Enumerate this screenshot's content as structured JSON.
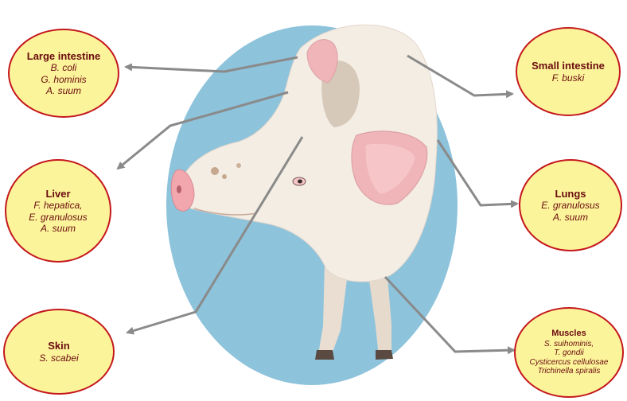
{
  "organs": [
    {
      "id": "large-intestine",
      "title": "Large intestine",
      "parasites": [
        "B. coli",
        "G. hominis",
        "A. suum"
      ]
    },
    {
      "id": "small-intestine",
      "title": "Small intestine",
      "parasites": [
        "F. buski"
      ]
    },
    {
      "id": "liver",
      "title": "Liver",
      "parasites": [
        "F. hepatica,",
        "E. granulosus",
        "A. suum"
      ]
    },
    {
      "id": "lungs",
      "title": "Lungs",
      "parasites": [
        "E. granulosus",
        "A. suum"
      ]
    },
    {
      "id": "skin",
      "title": "Skin",
      "parasites": [
        "S. scabei"
      ]
    },
    {
      "id": "muscles",
      "title": "Muscles",
      "parasites": [
        "S. suihominis,",
        "T. gondii",
        "Cysticercus cellulosae",
        "Trichinella spiralis"
      ]
    }
  ],
  "colors": {
    "backdrop": "#8ec3dc",
    "bubble_fill": "#fcf49a",
    "bubble_border": "#c4171d",
    "bubble_text": "#6a0c10",
    "arrow": "#8a8a8a",
    "pig_body": "#f4ede4",
    "pig_ear": "#f0b5b8"
  }
}
